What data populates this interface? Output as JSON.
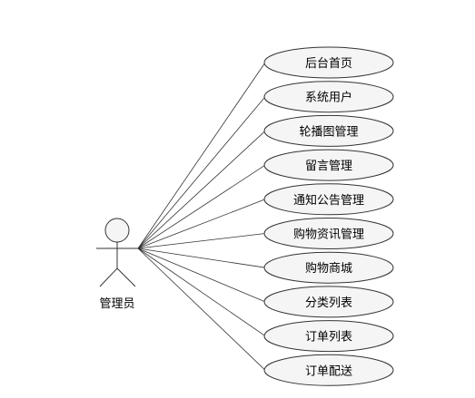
{
  "actor": {
    "name": "管理员"
  },
  "use_cases": [
    {
      "label": "后台首页"
    },
    {
      "label": "系统用户"
    },
    {
      "label": "轮播图管理"
    },
    {
      "label": "留言管理"
    },
    {
      "label": "通知公告管理"
    },
    {
      "label": "购物资讯管理"
    },
    {
      "label": "购物商城"
    },
    {
      "label": "分类列表"
    },
    {
      "label": "订单列表"
    },
    {
      "label": "订单配送"
    }
  ]
}
